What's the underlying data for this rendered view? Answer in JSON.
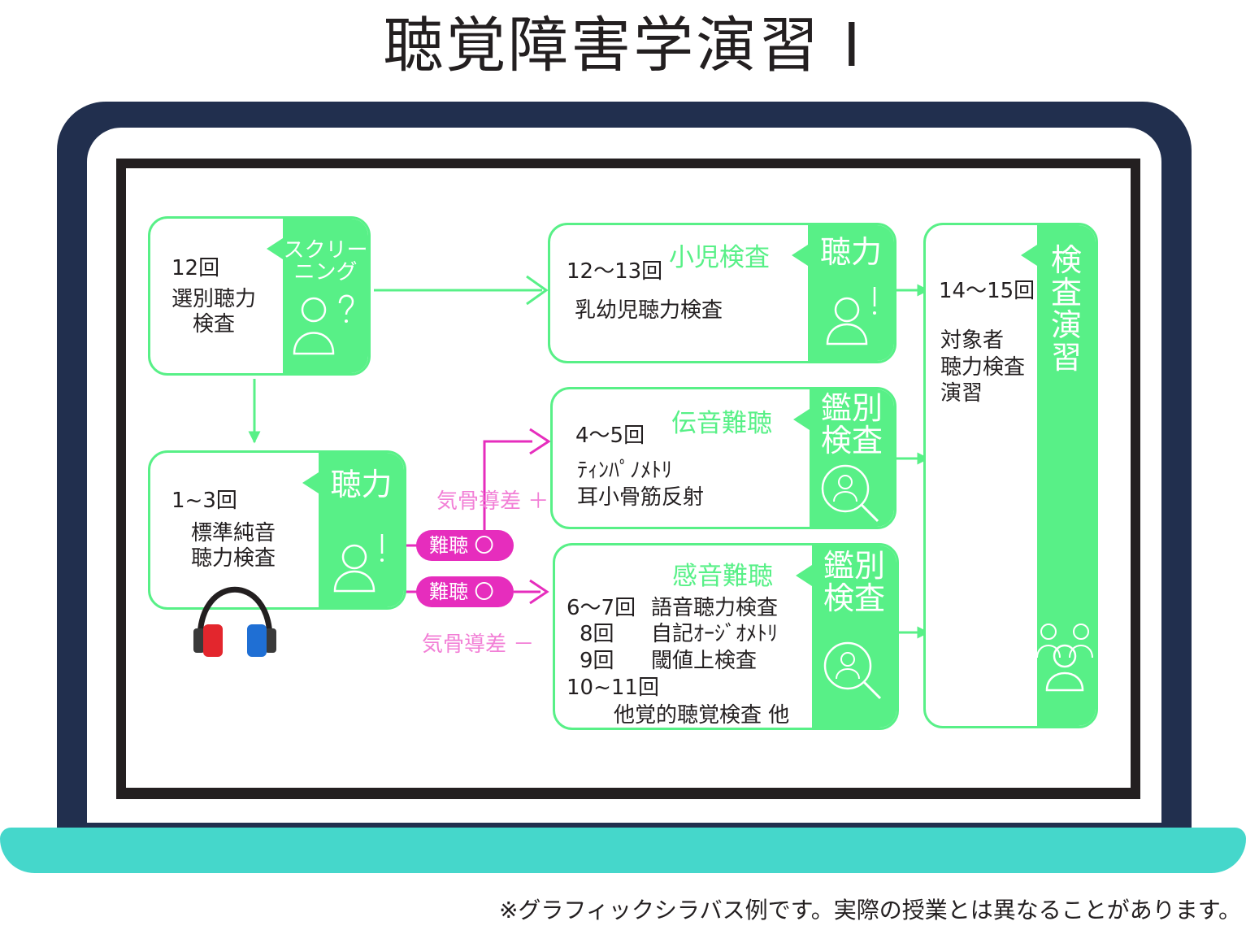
{
  "title": "聴覚障害学演習 I",
  "note": "※グラフィックシラバス例です。実際の授業とは異なることがあります。",
  "cards": {
    "screening": {
      "tab": "スクリー\nニング",
      "session": "12回",
      "body": "選別聴力\n検査"
    },
    "pure_tone": {
      "tab": "聴力",
      "session": "1~3回",
      "body": "標準純音\n聴力検査"
    },
    "pediatric": {
      "tab": "聴力",
      "subtitle": "小児検査",
      "session": "12〜13回",
      "body": "乳幼児聴力検査"
    },
    "conductive": {
      "tab": "鑑別\n検査",
      "subtitle": "伝音難聴",
      "session": "4〜5回",
      "body": "ﾃｨﾝﾊﾟﾉﾒﾄﾘ\n耳小骨筋反射"
    },
    "sensorineural": {
      "tab": "鑑別\n検査",
      "subtitle": "感音難聴",
      "rows": [
        {
          "session": "6〜7回",
          "topic": "語音聴力検査"
        },
        {
          "session": "8回",
          "topic": "自記ｵｰｼﾞｵﾒﾄﾘ"
        },
        {
          "session": "9回",
          "topic": "閾値上検査"
        },
        {
          "session": "10~11回",
          "topic": ""
        }
      ],
      "last": "他覚的聴覚検査 他"
    },
    "practice": {
      "tab": "検\n査\n演\n習",
      "session": "14〜15回",
      "body": "対象者\n聴力検査\n演習"
    }
  },
  "connectors": {
    "pill_top": "難聴 〇",
    "pill_bottom": "難聴 〇",
    "label_plus": "気骨導差 ＋",
    "label_minus": "気骨導差 －"
  },
  "colors": {
    "accent": "#58f087",
    "pink": "#e62dbd",
    "pink_light": "#f27fd6",
    "laptop": "#212f4e",
    "base": "#45d7cb"
  },
  "icons": {
    "screening": "person-question-icon",
    "pure_tone": "person-exclaim-icon",
    "pediatric": "person-exclaim-icon",
    "conductive": "person-search-icon",
    "sensorineural": "person-search-icon",
    "practice": "group-icon",
    "headphones": "headphones-icon"
  }
}
